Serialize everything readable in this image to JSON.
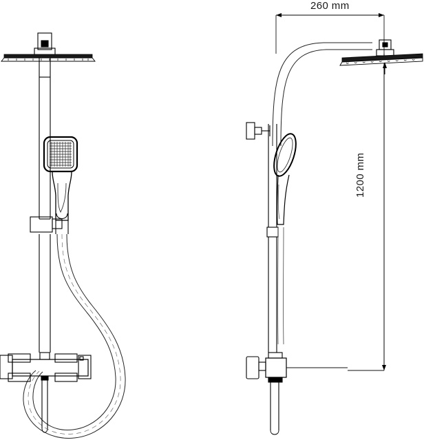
{
  "drawing": {
    "type": "technical-line-drawing",
    "subject": "thermostatic shower column with rain head, handset and riser rail",
    "background_color": "#ffffff",
    "line_color": "#000000",
    "thin_line_color": "#333333",
    "text_color": "#1a1a1a",
    "views": [
      {
        "name": "front-view",
        "position": "left"
      },
      {
        "name": "side-view",
        "position": "right"
      }
    ]
  },
  "dimensions": {
    "width": {
      "label": "260 mm",
      "value": 260,
      "unit": "mm",
      "orientation": "horizontal",
      "applies_to": "side-view projection depth"
    },
    "height": {
      "label": "1200 mm",
      "value": 1200,
      "unit": "mm",
      "orientation": "vertical",
      "applies_to": "overall column height from mixer to shower head"
    }
  },
  "parts": {
    "rain_head": "rain-shower-head",
    "head_mount": "shower-head-swivel-joint",
    "riser": "riser-rail",
    "handset": "hand-shower-handset",
    "slider": "handset-slider-bracket",
    "wall_bracket": "wall-bracket",
    "hose": "flexible-shower-hose",
    "mixer": "thermostatic-mixer-bar",
    "handle_left": "temperature-control-handle",
    "handle_right": "flow-control-handle",
    "gooseneck": "gooseneck-shower-arm",
    "outlet": "lower-outlet"
  }
}
